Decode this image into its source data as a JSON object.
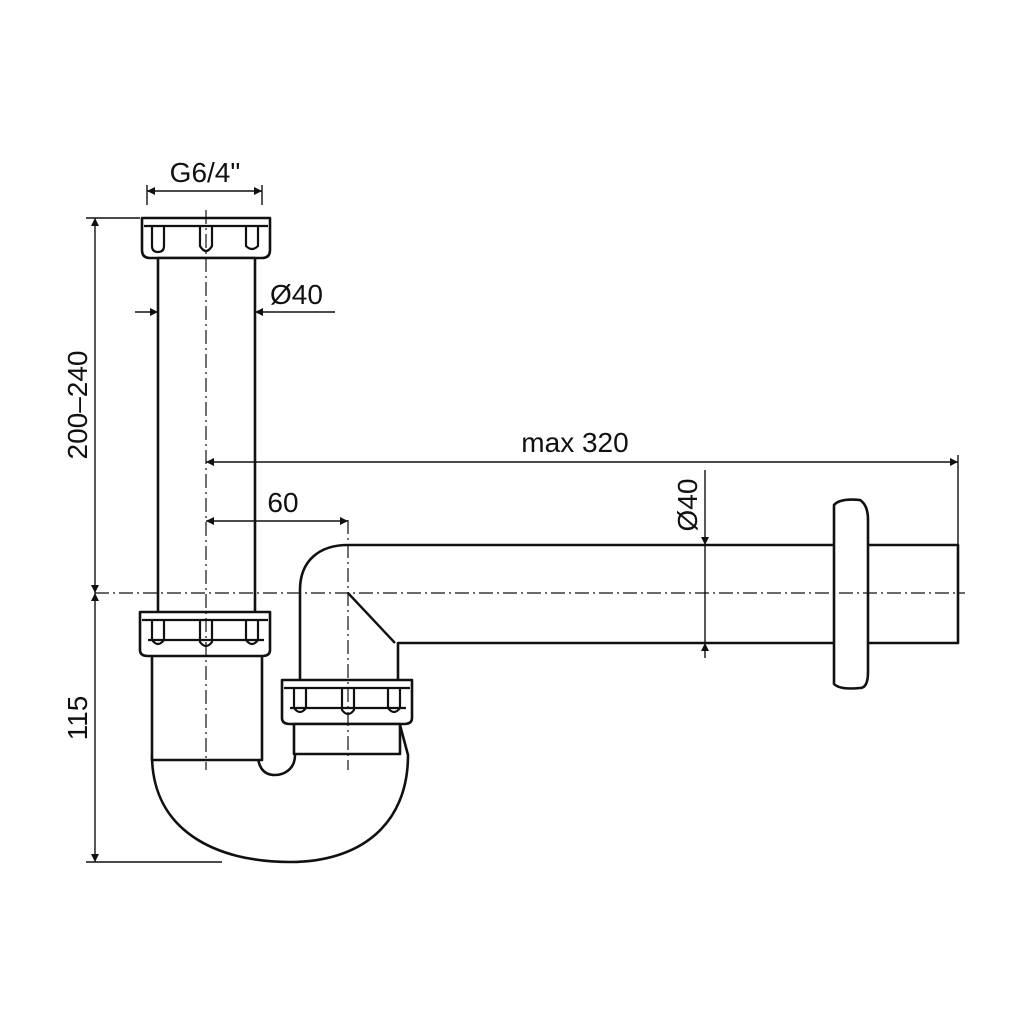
{
  "labels": {
    "thread_size": "G6/4\"",
    "vertical_pipe_diameter": "Ø40",
    "height_range": "200–240",
    "max_length": "max 320",
    "offset": "60",
    "horizontal_pipe_diameter": "Ø40",
    "trap_depth": "115"
  }
}
